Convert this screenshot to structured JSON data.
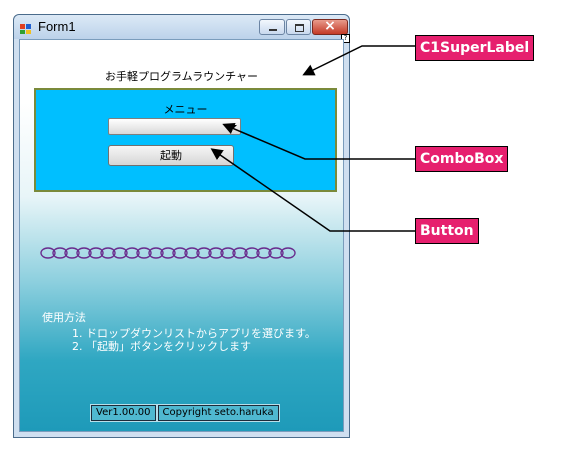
{
  "window": {
    "title": "Form1",
    "help_glyph": "?"
  },
  "form": {
    "super_label": "お手軽プログラムラウンチャー",
    "menu_label": "メニュー",
    "combo_value": "",
    "launch_button": "起動",
    "usage": {
      "title": "使用方法",
      "steps": [
        "1.  ドロップダウンリストからアプリを選びます。",
        "2.  「起動」ボタンをクリックします"
      ]
    },
    "status": {
      "version": "Ver1.00.00",
      "copyright": "Copyright seto.haruka"
    }
  },
  "callouts": {
    "superlabel": "C1SuperLabel",
    "combobox": "ComboBox",
    "button": "Button"
  },
  "colors": {
    "panel": "#00bfff",
    "panel_border": "#7a8a3a",
    "callout": "#e6206e",
    "chain": "#6a2d8e"
  }
}
